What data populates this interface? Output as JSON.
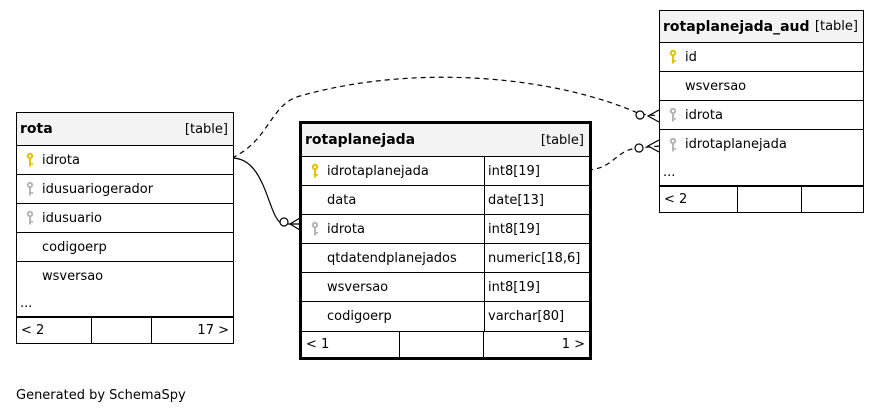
{
  "tables": {
    "rota": {
      "name": "rota",
      "kind": "[table]",
      "columns": [
        {
          "name": "idrota",
          "key": "primary"
        },
        {
          "name": "idusuariogerador",
          "key": "foreign"
        },
        {
          "name": "idusuario",
          "key": "foreign"
        },
        {
          "name": "codigoerp",
          "key": "none"
        },
        {
          "name": "wsversao",
          "key": "none"
        }
      ],
      "more": "...",
      "footer": [
        "< 2",
        "",
        "17 >"
      ]
    },
    "rotaplanejada": {
      "name": "rotaplanejada",
      "kind": "[table]",
      "columns": [
        {
          "name": "idrotaplanejada",
          "type": "int8[19]",
          "key": "primary"
        },
        {
          "name": "data",
          "type": "date[13]",
          "key": "none"
        },
        {
          "name": "idrota",
          "type": "int8[19]",
          "key": "foreign"
        },
        {
          "name": "qtdatendplanejados",
          "type": "numeric[18,6]",
          "key": "none"
        },
        {
          "name": "wsversao",
          "type": "int8[19]",
          "key": "none"
        },
        {
          "name": "codigoerp",
          "type": "varchar[80]",
          "key": "none"
        }
      ],
      "footer": [
        "< 1",
        "",
        "1 >"
      ]
    },
    "rotaplanejada_aud": {
      "name": "rotaplanejada_aud",
      "kind": "[table]",
      "columns": [
        {
          "name": "id",
          "key": "primary"
        },
        {
          "name": "wsversao",
          "key": "none"
        },
        {
          "name": "idrota",
          "key": "foreign"
        },
        {
          "name": "idrotaplanejada",
          "key": "foreign"
        }
      ],
      "more": "...",
      "footer": [
        "< 2",
        "",
        ""
      ]
    }
  },
  "credit": "Generated by SchemaSpy",
  "colors": {
    "primary_key": "#e3c200",
    "foreign_key": "#b5b5b5",
    "header_bg": "#f3f3f3"
  }
}
